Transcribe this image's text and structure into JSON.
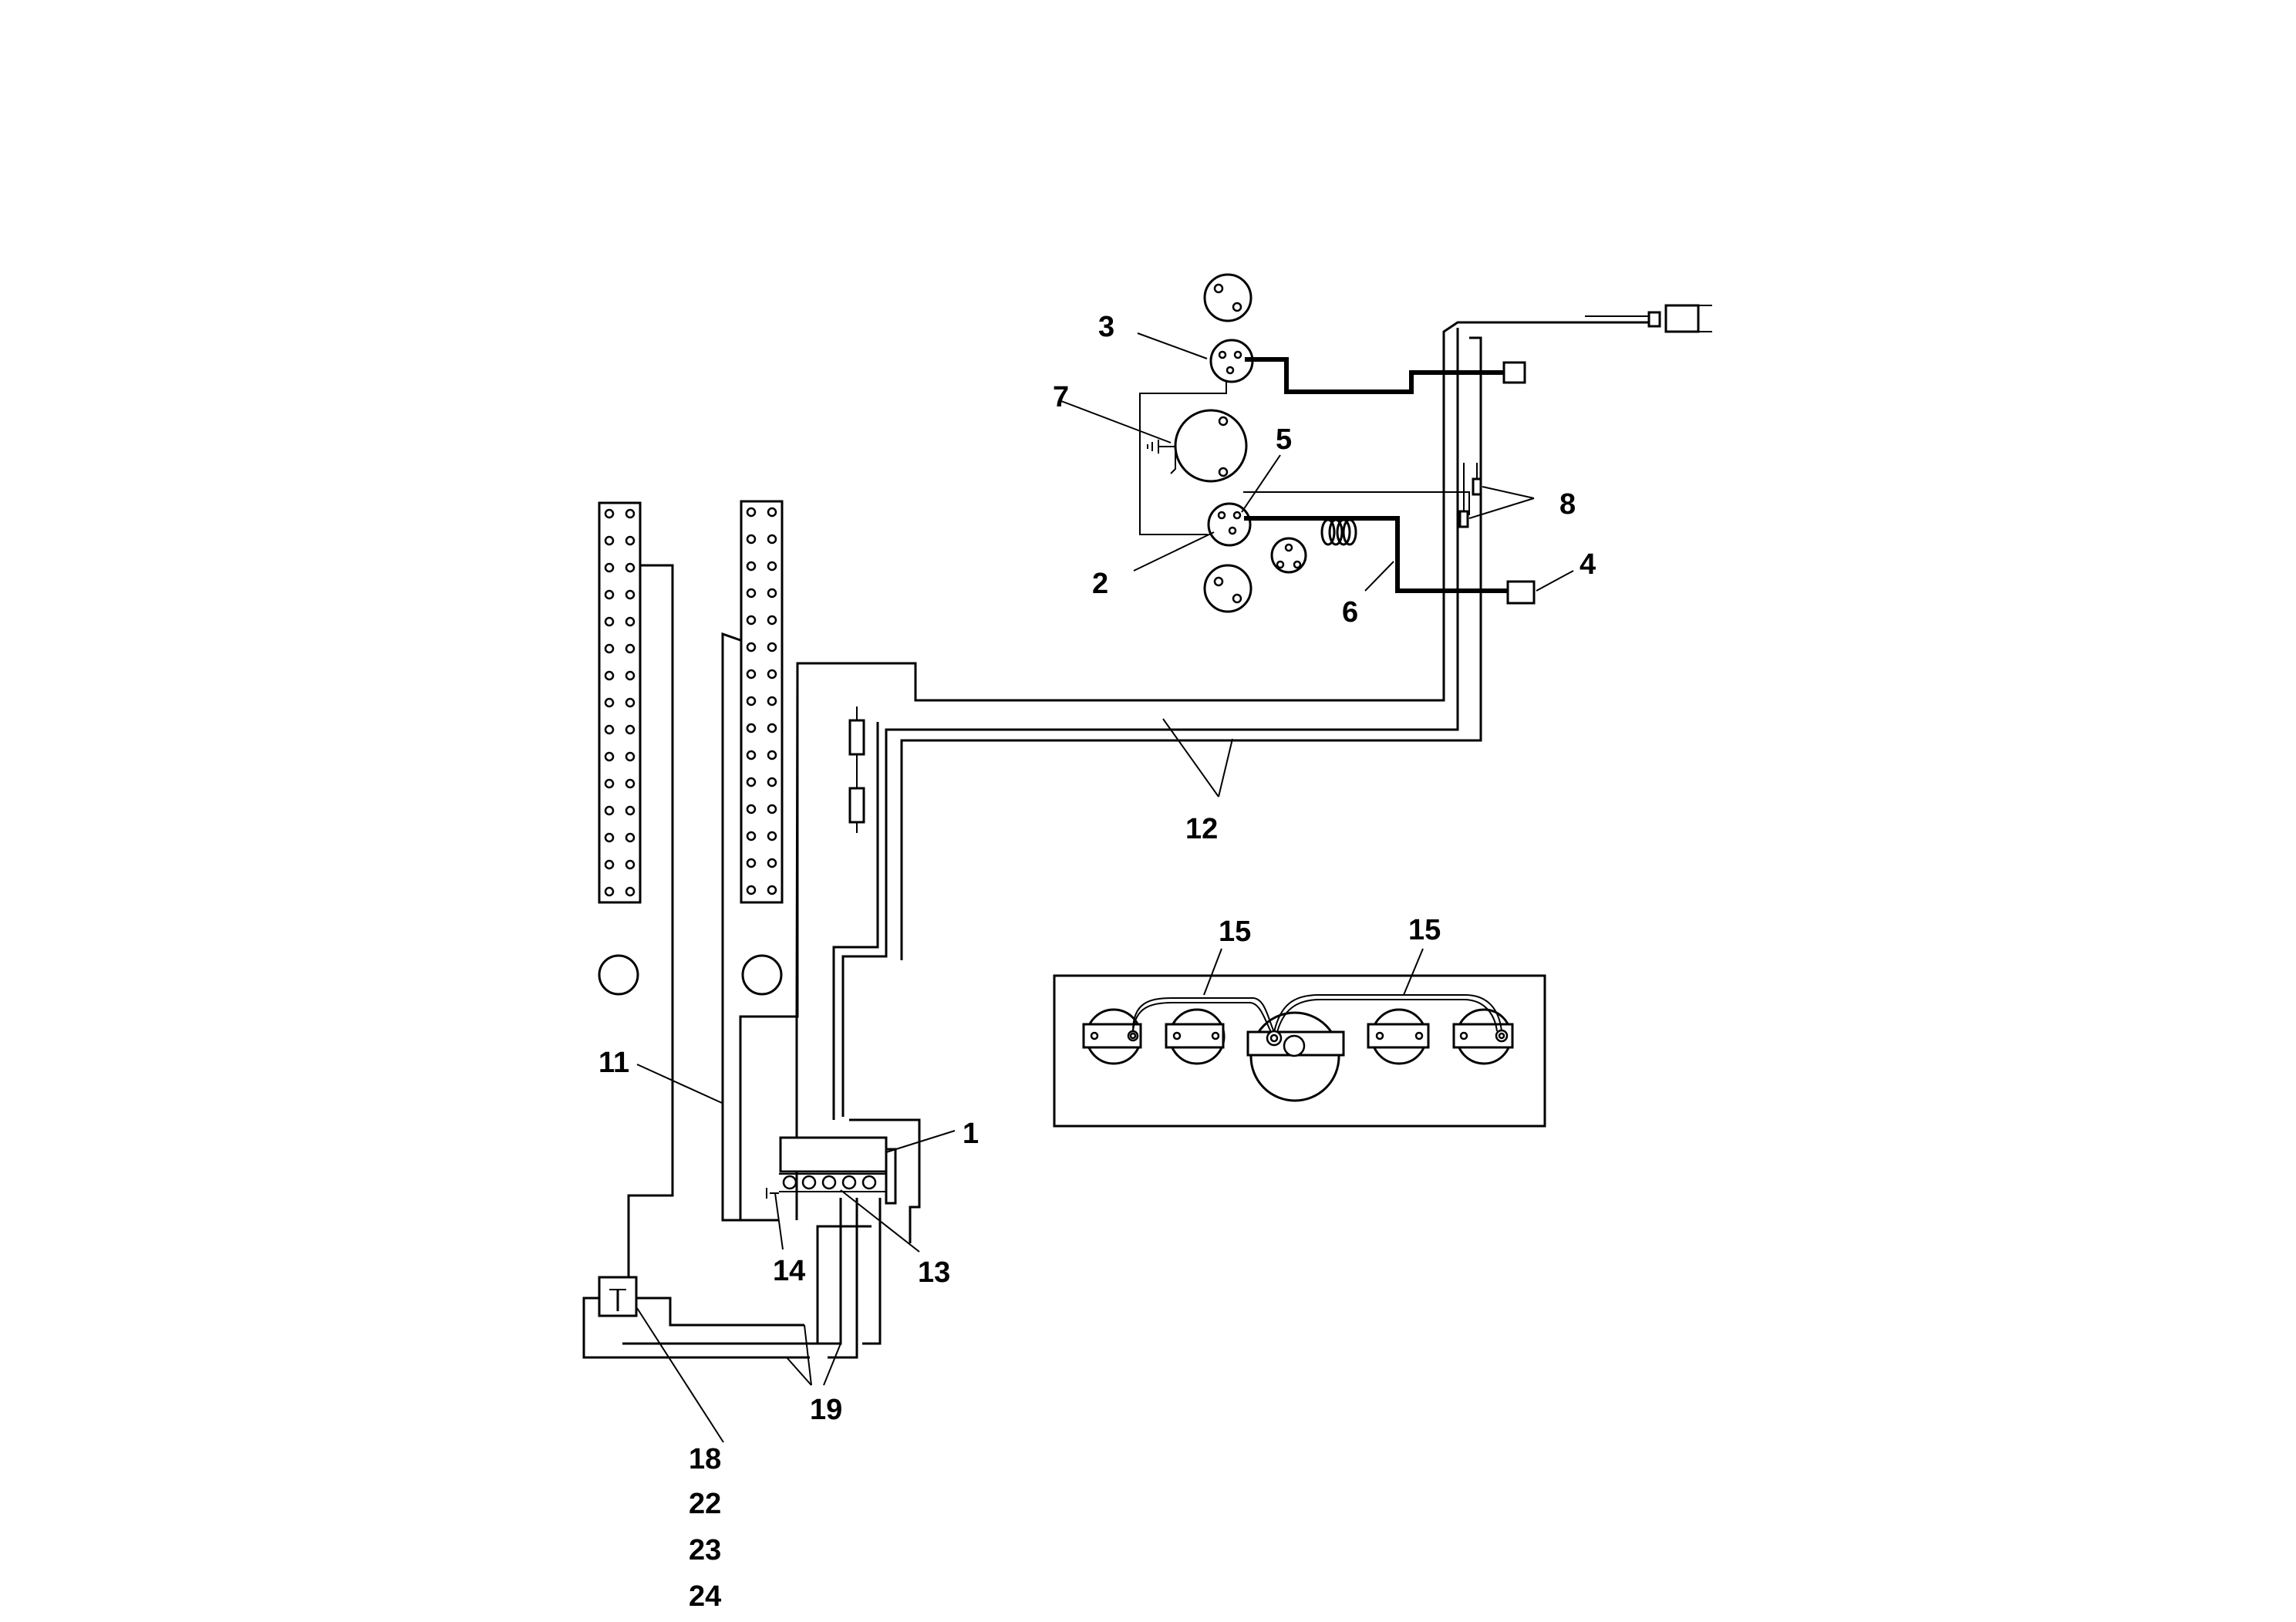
{
  "callouts": {
    "c1": "1",
    "c2": "2",
    "c3": "3",
    "c4": "4",
    "c5": "5",
    "c6": "6",
    "c7": "7",
    "c8": "8",
    "c11": "11",
    "c12": "12",
    "c13": "13",
    "c14": "14",
    "c15a": "15",
    "c15b": "15",
    "c18": "18",
    "c19": "19",
    "c22": "22",
    "c23": "23",
    "c24": "24"
  },
  "colors": {
    "line": "#000000",
    "background": "#ffffff"
  }
}
